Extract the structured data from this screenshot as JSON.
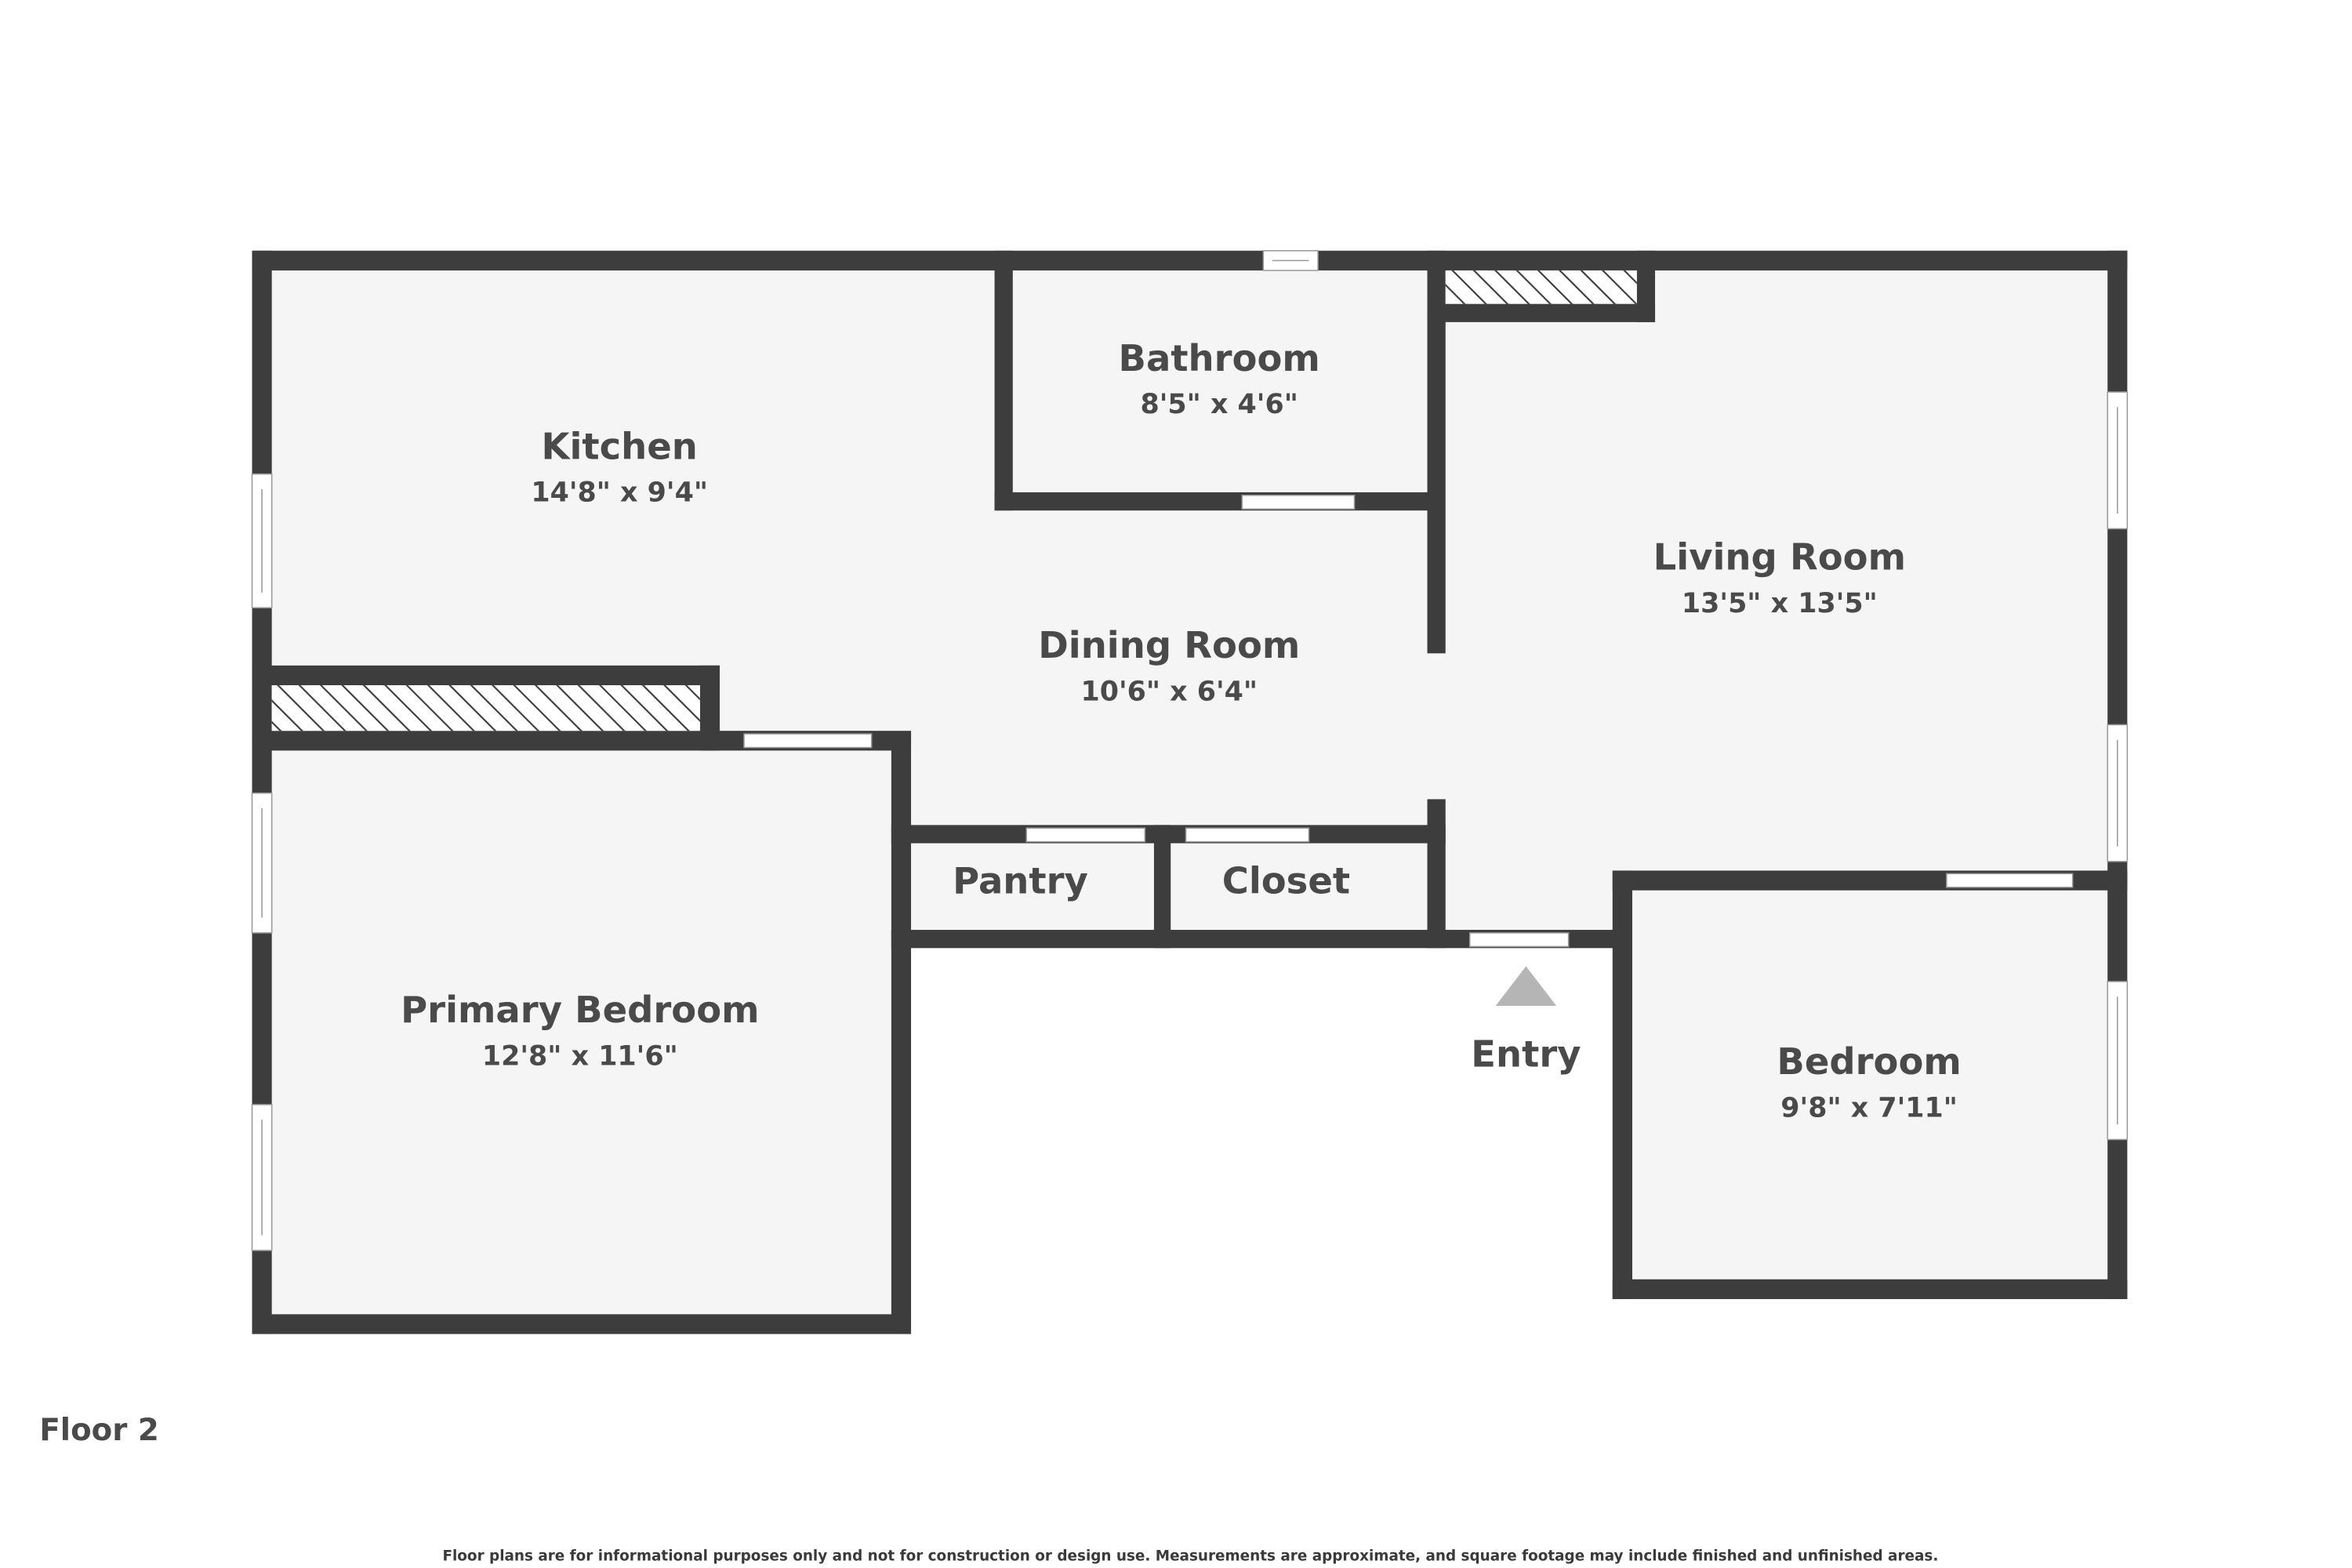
{
  "floor": {
    "label": "Floor 2"
  },
  "rooms": {
    "kitchen": {
      "name": "Kitchen",
      "dims": "14'8\" x 9'4\""
    },
    "bathroom": {
      "name": "Bathroom",
      "dims": "8'5\" x 4'6\""
    },
    "dining": {
      "name": "Dining Room",
      "dims": "10'6\" x 6'4\""
    },
    "living": {
      "name": "Living Room",
      "dims": "13'5\" x 13'5\""
    },
    "pantry": {
      "name": "Pantry"
    },
    "closet": {
      "name": "Closet"
    },
    "primary_bedroom": {
      "name": "Primary Bedroom",
      "dims": "12'8\" x 11'6\""
    },
    "bedroom": {
      "name": "Bedroom",
      "dims": "9'8\" x 7'11\""
    },
    "entry": {
      "name": "Entry"
    }
  },
  "disclaimer": "Floor plans are for informational purposes only and not for construction or design use. Measurements are approximate, and square footage may include finished and unfinished areas.",
  "colors": {
    "wall": "#3d3d3d",
    "floor": "#f5f5f5",
    "text": "#4a4a4a",
    "entry_marker": "#b5b5b5"
  }
}
